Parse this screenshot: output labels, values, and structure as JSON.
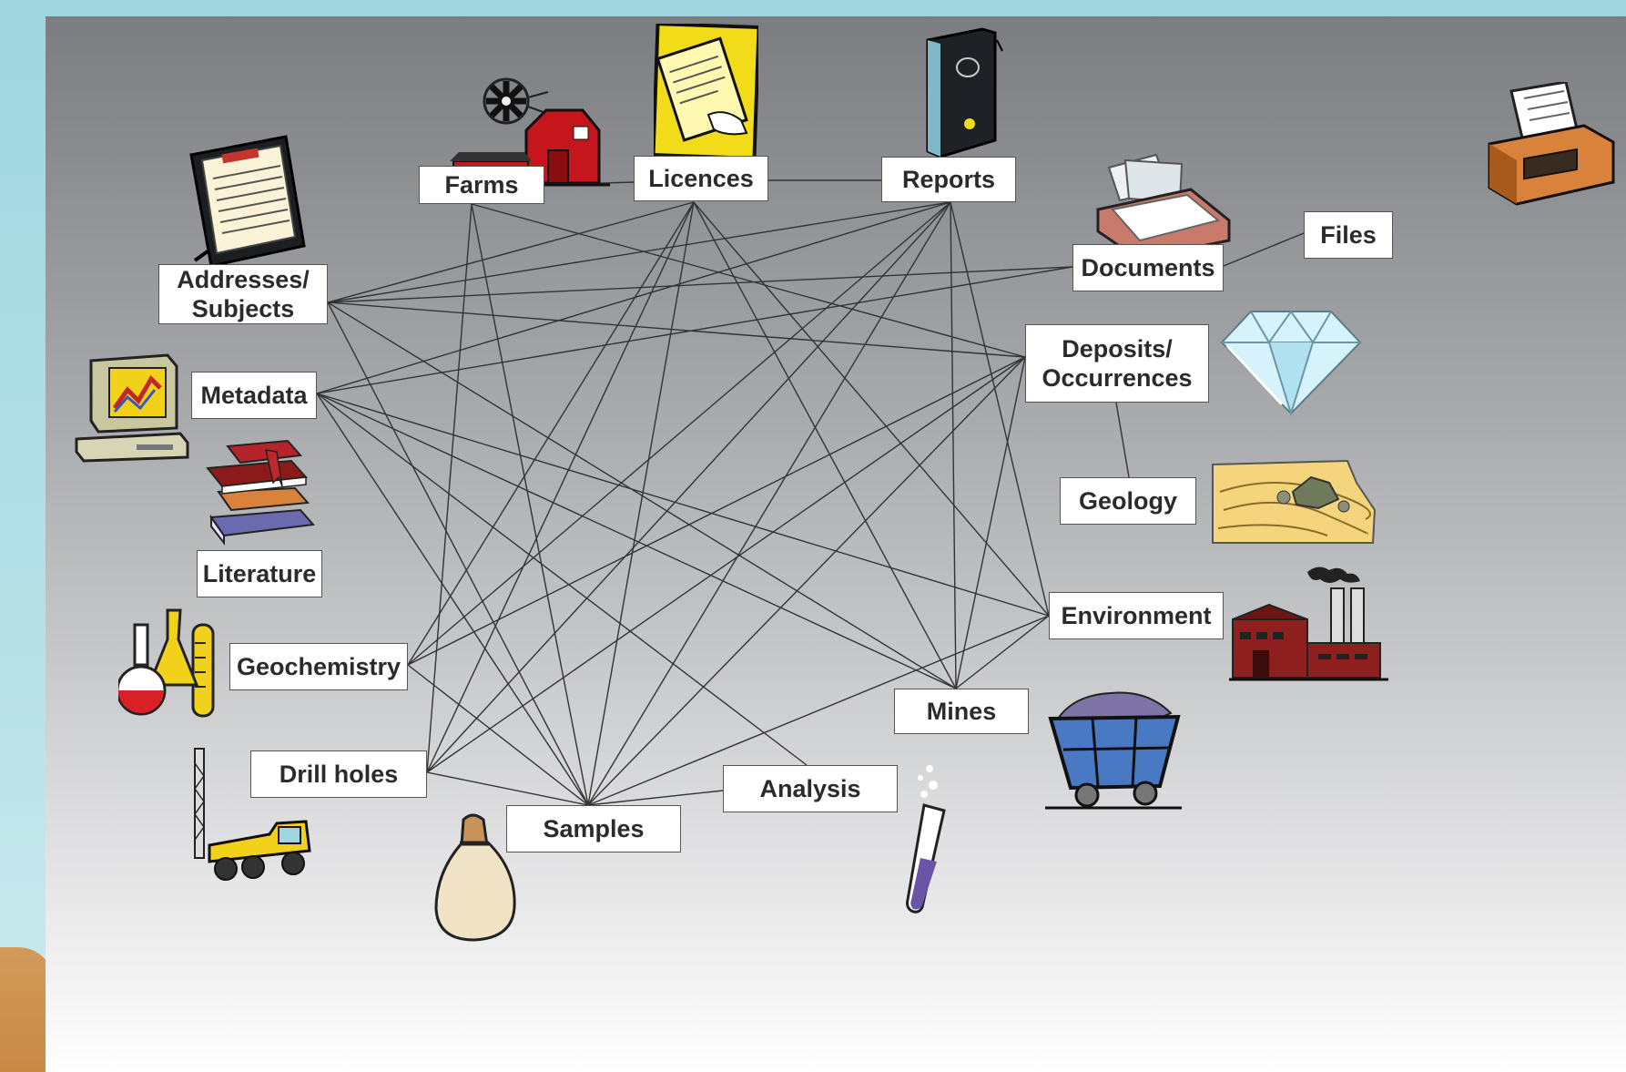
{
  "nodes": {
    "farms": "Farms",
    "licences": "Licences",
    "reports": "Reports",
    "files": "Files",
    "documents": "Documents",
    "addresses": "Addresses/\nSubjects",
    "deposits": "Deposits/\nOccurrences",
    "metadata": "Metadata",
    "geology": "Geology",
    "literature": "Literature",
    "environment": "Environment",
    "geochemistry": "Geochemistry",
    "mines": "Mines",
    "drill_holes": "Drill holes",
    "analysis": "Analysis",
    "samples": "Samples"
  },
  "icons": [
    "windmill-barn-icon",
    "licence-certificate-icon",
    "report-binder-icon",
    "file-drawer-icon",
    "document-tray-icon",
    "clipboard-icon",
    "diamond-icon",
    "computer-chart-icon",
    "books-icon",
    "geology-terrain-icon",
    "factory-icon",
    "flasks-icon",
    "mine-cart-icon",
    "drill-rig-icon",
    "test-tube-icon",
    "sample-bag-icon"
  ],
  "colors": {
    "node_fill": "#ffffff",
    "node_border": "#555555",
    "link_stroke": "#333333"
  }
}
